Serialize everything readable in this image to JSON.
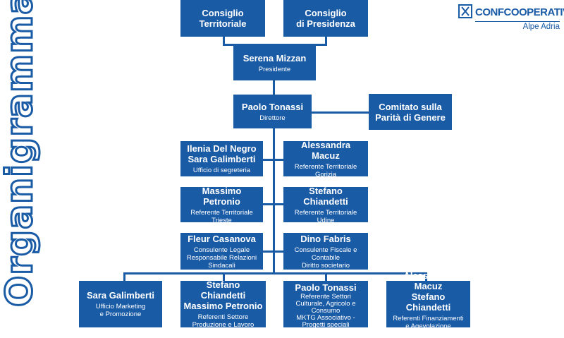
{
  "page_title": "Organigramma",
  "logo": {
    "name": "CONFCOOPERATIVE",
    "subtitle": "Alpe Adria"
  },
  "boxes": {
    "consiglio_territoriale": {
      "name": "Consiglio\nTerritoriale",
      "role": ""
    },
    "consiglio_presidenza": {
      "name": "Consiglio\ndi Presidenza",
      "role": ""
    },
    "presidente": {
      "name": "Serena Mizzan",
      "role": "Presidente"
    },
    "direttore": {
      "name": "Paolo Tonassi",
      "role": "Direttore"
    },
    "comitato": {
      "name": "Comitato sulla\nParità di Genere",
      "role": ""
    },
    "segreteria": {
      "name": "Ilenia Del Negro\nSara Galimberti",
      "role": "Ufficio di segreteria"
    },
    "gorizia": {
      "name": "Alessandra Macuz",
      "role": "Referente Territoriale\nGorizia"
    },
    "trieste": {
      "name": "Massimo Petronio",
      "role": "Referente Territoriale\nTrieste"
    },
    "udine": {
      "name": "Stefano Chiandetti",
      "role": "Referente Territoriale\nUdine"
    },
    "consulente_legale": {
      "name": "Fleur Casanova",
      "role": "Consulente Legale\nResponsabile Relazioni\nSindacali"
    },
    "consulente_fiscale": {
      "name": "Dino Fabris",
      "role": "Consulente Fiscale e\nContabile\nDiritto societario"
    },
    "marketing": {
      "name": "Sara Galimberti",
      "role": "Ufficio Marketing\ne Promozione"
    },
    "produzione": {
      "name": "Stefano Chiandetti\nMassimo Petronio",
      "role": "Referenti Settore\nProduzione e Lavoro"
    },
    "cultura": {
      "name": "Paolo Tonassi",
      "role": "Referente Settori\nCulturale, Agricolo e\nConsumo\nMKTG Associativo -\nProgetti speciali"
    },
    "finanziamenti": {
      "name": "Alessandra Macuz\nStefano Chiandetti",
      "role": "Referenti Finanziamenti\ne Agevolazione\nSettore Coop. Sociali"
    }
  }
}
